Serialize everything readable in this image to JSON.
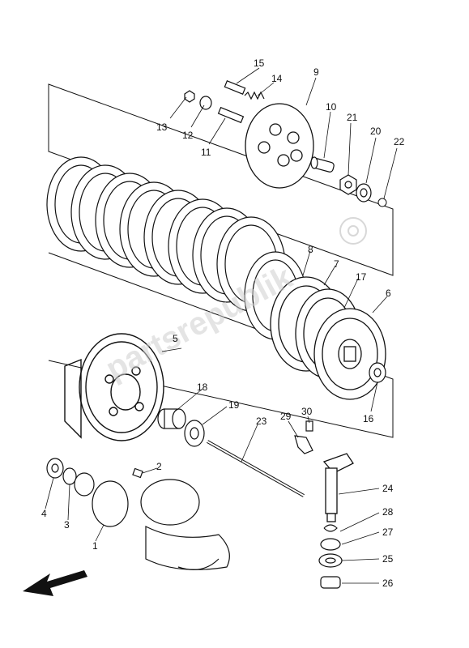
{
  "diagram": {
    "callouts": [
      {
        "id": "label-1",
        "text": "1"
      },
      {
        "id": "label-2",
        "text": "2"
      },
      {
        "id": "label-3",
        "text": "3"
      },
      {
        "id": "label-4",
        "text": "4"
      },
      {
        "id": "label-5",
        "text": "5"
      },
      {
        "id": "label-6",
        "text": "6"
      },
      {
        "id": "label-7",
        "text": "7"
      },
      {
        "id": "label-8",
        "text": "8"
      },
      {
        "id": "label-9",
        "text": "9"
      },
      {
        "id": "label-10",
        "text": "10"
      },
      {
        "id": "label-11",
        "text": "11"
      },
      {
        "id": "label-12",
        "text": "12"
      },
      {
        "id": "label-13",
        "text": "13"
      },
      {
        "id": "label-14",
        "text": "14"
      },
      {
        "id": "label-15",
        "text": "15"
      },
      {
        "id": "label-16",
        "text": "16"
      },
      {
        "id": "label-17",
        "text": "17"
      },
      {
        "id": "label-18",
        "text": "18"
      },
      {
        "id": "label-19",
        "text": "19"
      },
      {
        "id": "label-20",
        "text": "20"
      },
      {
        "id": "label-21",
        "text": "21"
      },
      {
        "id": "label-22",
        "text": "22"
      },
      {
        "id": "label-23",
        "text": "23"
      },
      {
        "id": "label-24",
        "text": "24"
      },
      {
        "id": "label-25",
        "text": "25"
      },
      {
        "id": "label-26",
        "text": "26"
      },
      {
        "id": "label-27",
        "text": "27"
      },
      {
        "id": "label-28",
        "text": "28"
      },
      {
        "id": "label-29",
        "text": "29"
      },
      {
        "id": "label-30",
        "text": "30"
      }
    ],
    "watermark_text": "partsrepublik",
    "colors": {
      "line": "#111111",
      "paper": "#ffffff",
      "watermark": "#cfcfcf"
    },
    "icons": [
      "front-direction-arrow-icon",
      "gear-watermark-icon"
    ]
  }
}
